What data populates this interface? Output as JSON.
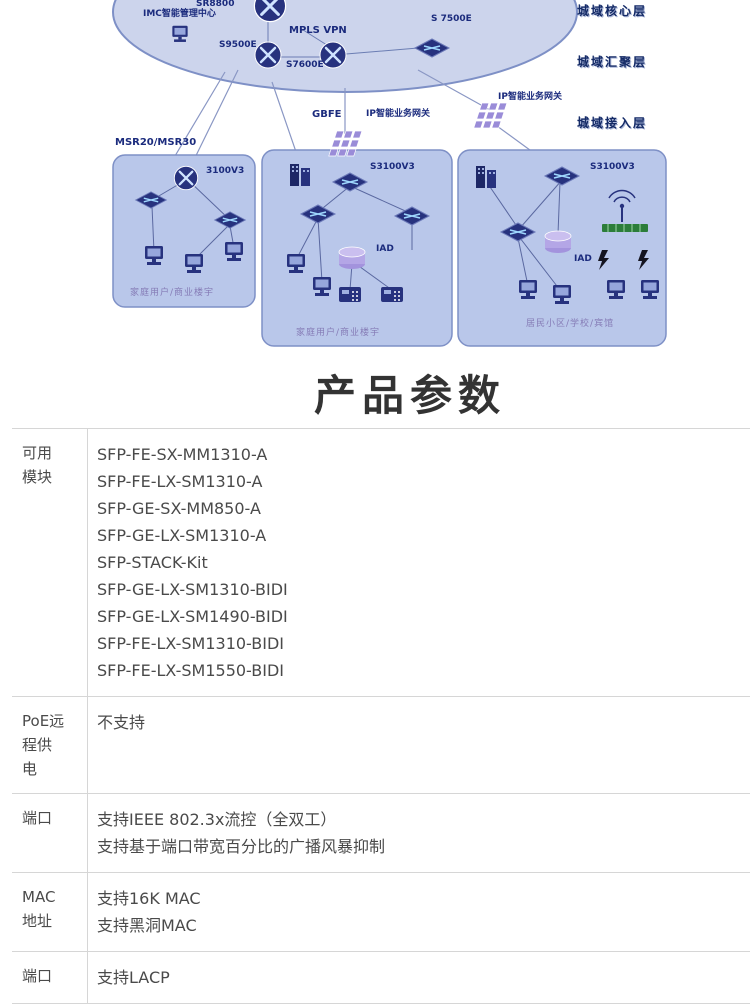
{
  "diagram": {
    "cloud_labels": {
      "sr8800": "SR8800",
      "imc": "IMC智能管理中心",
      "s9500e": "S9500E",
      "mpls_vpn": "MPLS VPN",
      "s7600e": "S7600E",
      "s7500e": "S 7500E"
    },
    "layer_labels": {
      "core": "城域核心层",
      "aggregation": "城域汇聚层",
      "access": "城域接入层"
    },
    "link_labels": {
      "gbfe": "GBFE",
      "ip_gateway_left": "IP智能业务网关",
      "ip_gateway_right": "IP智能业务网关",
      "msr": "MSR20/MSR30"
    },
    "access_boxes": [
      {
        "device_label": "3100V3",
        "caption": "家庭用户/商业楼宇"
      },
      {
        "device_label": "S3100V3",
        "iad_label": "IAD",
        "caption": "家庭用户/商业楼宇"
      },
      {
        "device_label": "S3100V3",
        "iad_label": "IAD",
        "caption": "居民小区/学校/宾馆"
      }
    ]
  },
  "section": {
    "title": "产品参数"
  },
  "spec_table": {
    "rows": [
      {
        "label": "可用\n模块",
        "lines": [
          "SFP-FE-SX-MM1310-A",
          "SFP-FE-LX-SM1310-A",
          "SFP-GE-SX-MM850-A",
          "SFP-GE-LX-SM1310-A",
          "SFP-STACK-Kit",
          "SFP-GE-LX-SM1310-BIDI",
          "SFP-GE-LX-SM1490-BIDI",
          "SFP-FE-LX-SM1310-BIDI",
          "SFP-FE-LX-SM1550-BIDI"
        ]
      },
      {
        "label": "PoE远\n程供\n电",
        "lines": [
          "不支持"
        ]
      },
      {
        "label": "端口",
        "lines": [
          "支持IEEE 802.3x流控（全双工）",
          "支持基于端口带宽百分比的广播风暴抑制"
        ]
      },
      {
        "label": "MAC\n地址",
        "lines": [
          "支持16K MAC",
          "支持黑洞MAC"
        ]
      },
      {
        "label": "端口",
        "lines": [
          "支持LACP"
        ]
      }
    ]
  }
}
